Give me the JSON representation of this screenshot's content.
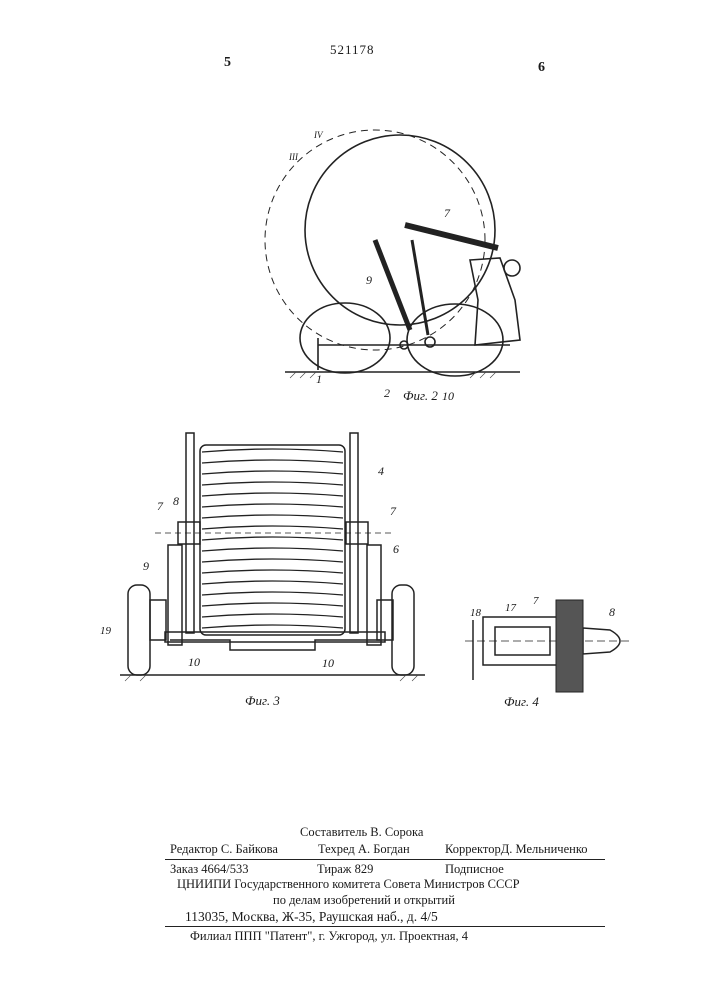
{
  "header": {
    "patent_number": "521178",
    "page_left": "5",
    "page_right": "6"
  },
  "figures": {
    "fig2": {
      "caption": "Фиг. 2",
      "labels": {
        "iii": "III",
        "iv": "IV",
        "n7": "7",
        "n9": "9",
        "n1": "1",
        "n2": "2",
        "n10": "10"
      }
    },
    "fig3": {
      "caption": "Фиг. 3",
      "labels": {
        "n4": "4",
        "n7a": "7",
        "n8": "8",
        "n7b": "7",
        "n6": "6",
        "n9": "9",
        "n19": "19",
        "n10a": "10",
        "n10b": "10"
      }
    },
    "fig4": {
      "caption": "Фиг. 4",
      "labels": {
        "n18": "18",
        "n17": "17",
        "n7": "7",
        "n8": "8"
      }
    }
  },
  "imprint": {
    "compiler": "Составитель В. Сорока",
    "editor": "Редактор С. Байкова",
    "techred": "Техред А. Богдан",
    "corrector": "КорректорД. Мельниченко",
    "order": "Заказ 4664/533",
    "print_run": "Тираж 829",
    "subscription": "Подписное",
    "org_line1": "ЦНИИПИ Государственного комитета Совета Министров СССР",
    "org_line2": "по делам изобретений и открытий",
    "address": "113035, Москва, Ж-35, Раушская наб., д. 4/5",
    "branch": "Филиал ППП \"Патент\", г. Ужгород, ул. Проектная, 4"
  }
}
